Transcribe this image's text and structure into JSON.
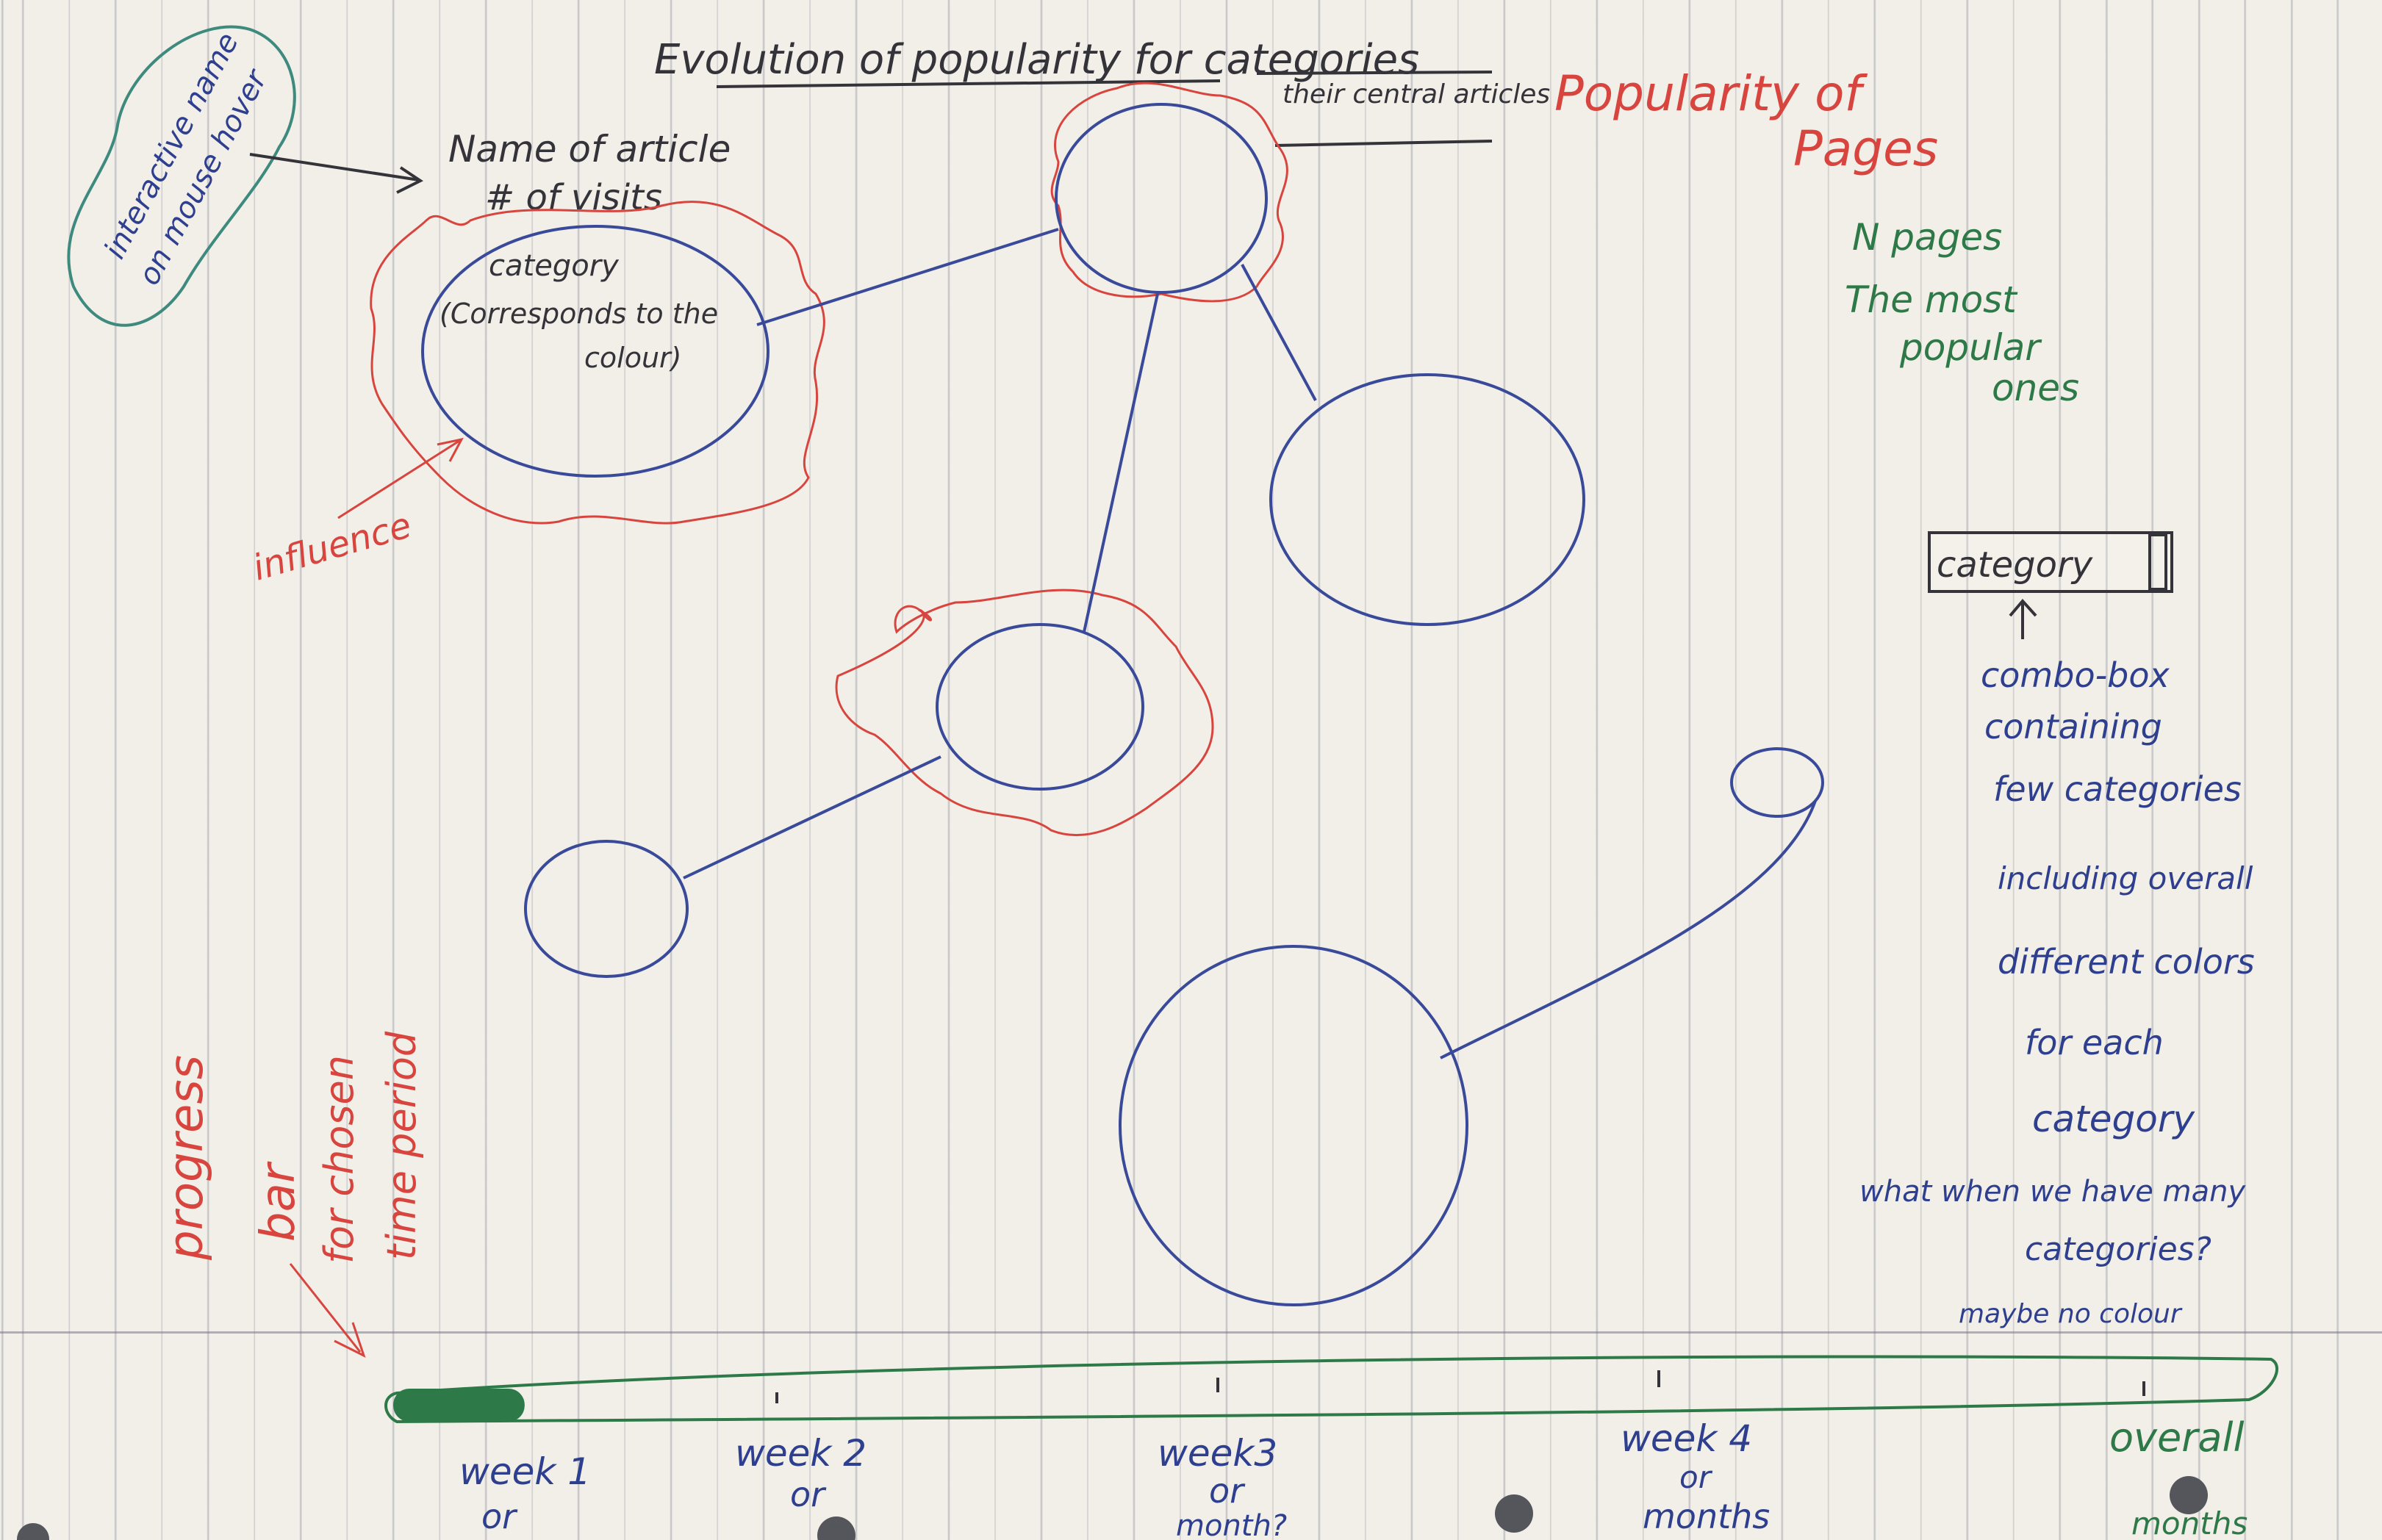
{
  "title": "Evolution of popularity for categories",
  "title_note": "their central articles",
  "right_title_line1": "Popularity of",
  "right_title_line2": "Pages",
  "pages_note": [
    "N pages",
    "The most",
    "popular",
    "ones"
  ],
  "hover_note": [
    "interactive name",
    "on mouse hover"
  ],
  "node_info": [
    "Name of article",
    "# of visits"
  ],
  "circle_text": [
    "category",
    "(Corresponds to the",
    "colour)"
  ],
  "influence_label": "influence",
  "combo_box": {
    "value": "category"
  },
  "combo_notes": [
    "combo-box",
    "containing",
    "few categories",
    "including overall",
    "different colors",
    "for each",
    "category"
  ],
  "question_note": [
    "what when we have many",
    "categories?"
  ],
  "maybe_note": "maybe no colour",
  "progress_note": [
    "progress",
    "bar",
    "for chosen",
    "time period"
  ],
  "timeline_labels": [
    {
      "line1": "week 1",
      "line2": "or"
    },
    {
      "line1": "week 2",
      "line2": "or"
    },
    {
      "line1": "week3",
      "line2": "or",
      "line3": "month?"
    },
    {
      "line1": "week 4",
      "line2": "or",
      "line3": "months"
    },
    {
      "line1": "overall",
      "line2": "",
      "line3": "months"
    }
  ],
  "progress_fraction": 0.07,
  "colors": {
    "blue": "#3a4a9a",
    "red": "#d8453f",
    "green": "#2d7a48",
    "paper": "#f1efe7"
  }
}
